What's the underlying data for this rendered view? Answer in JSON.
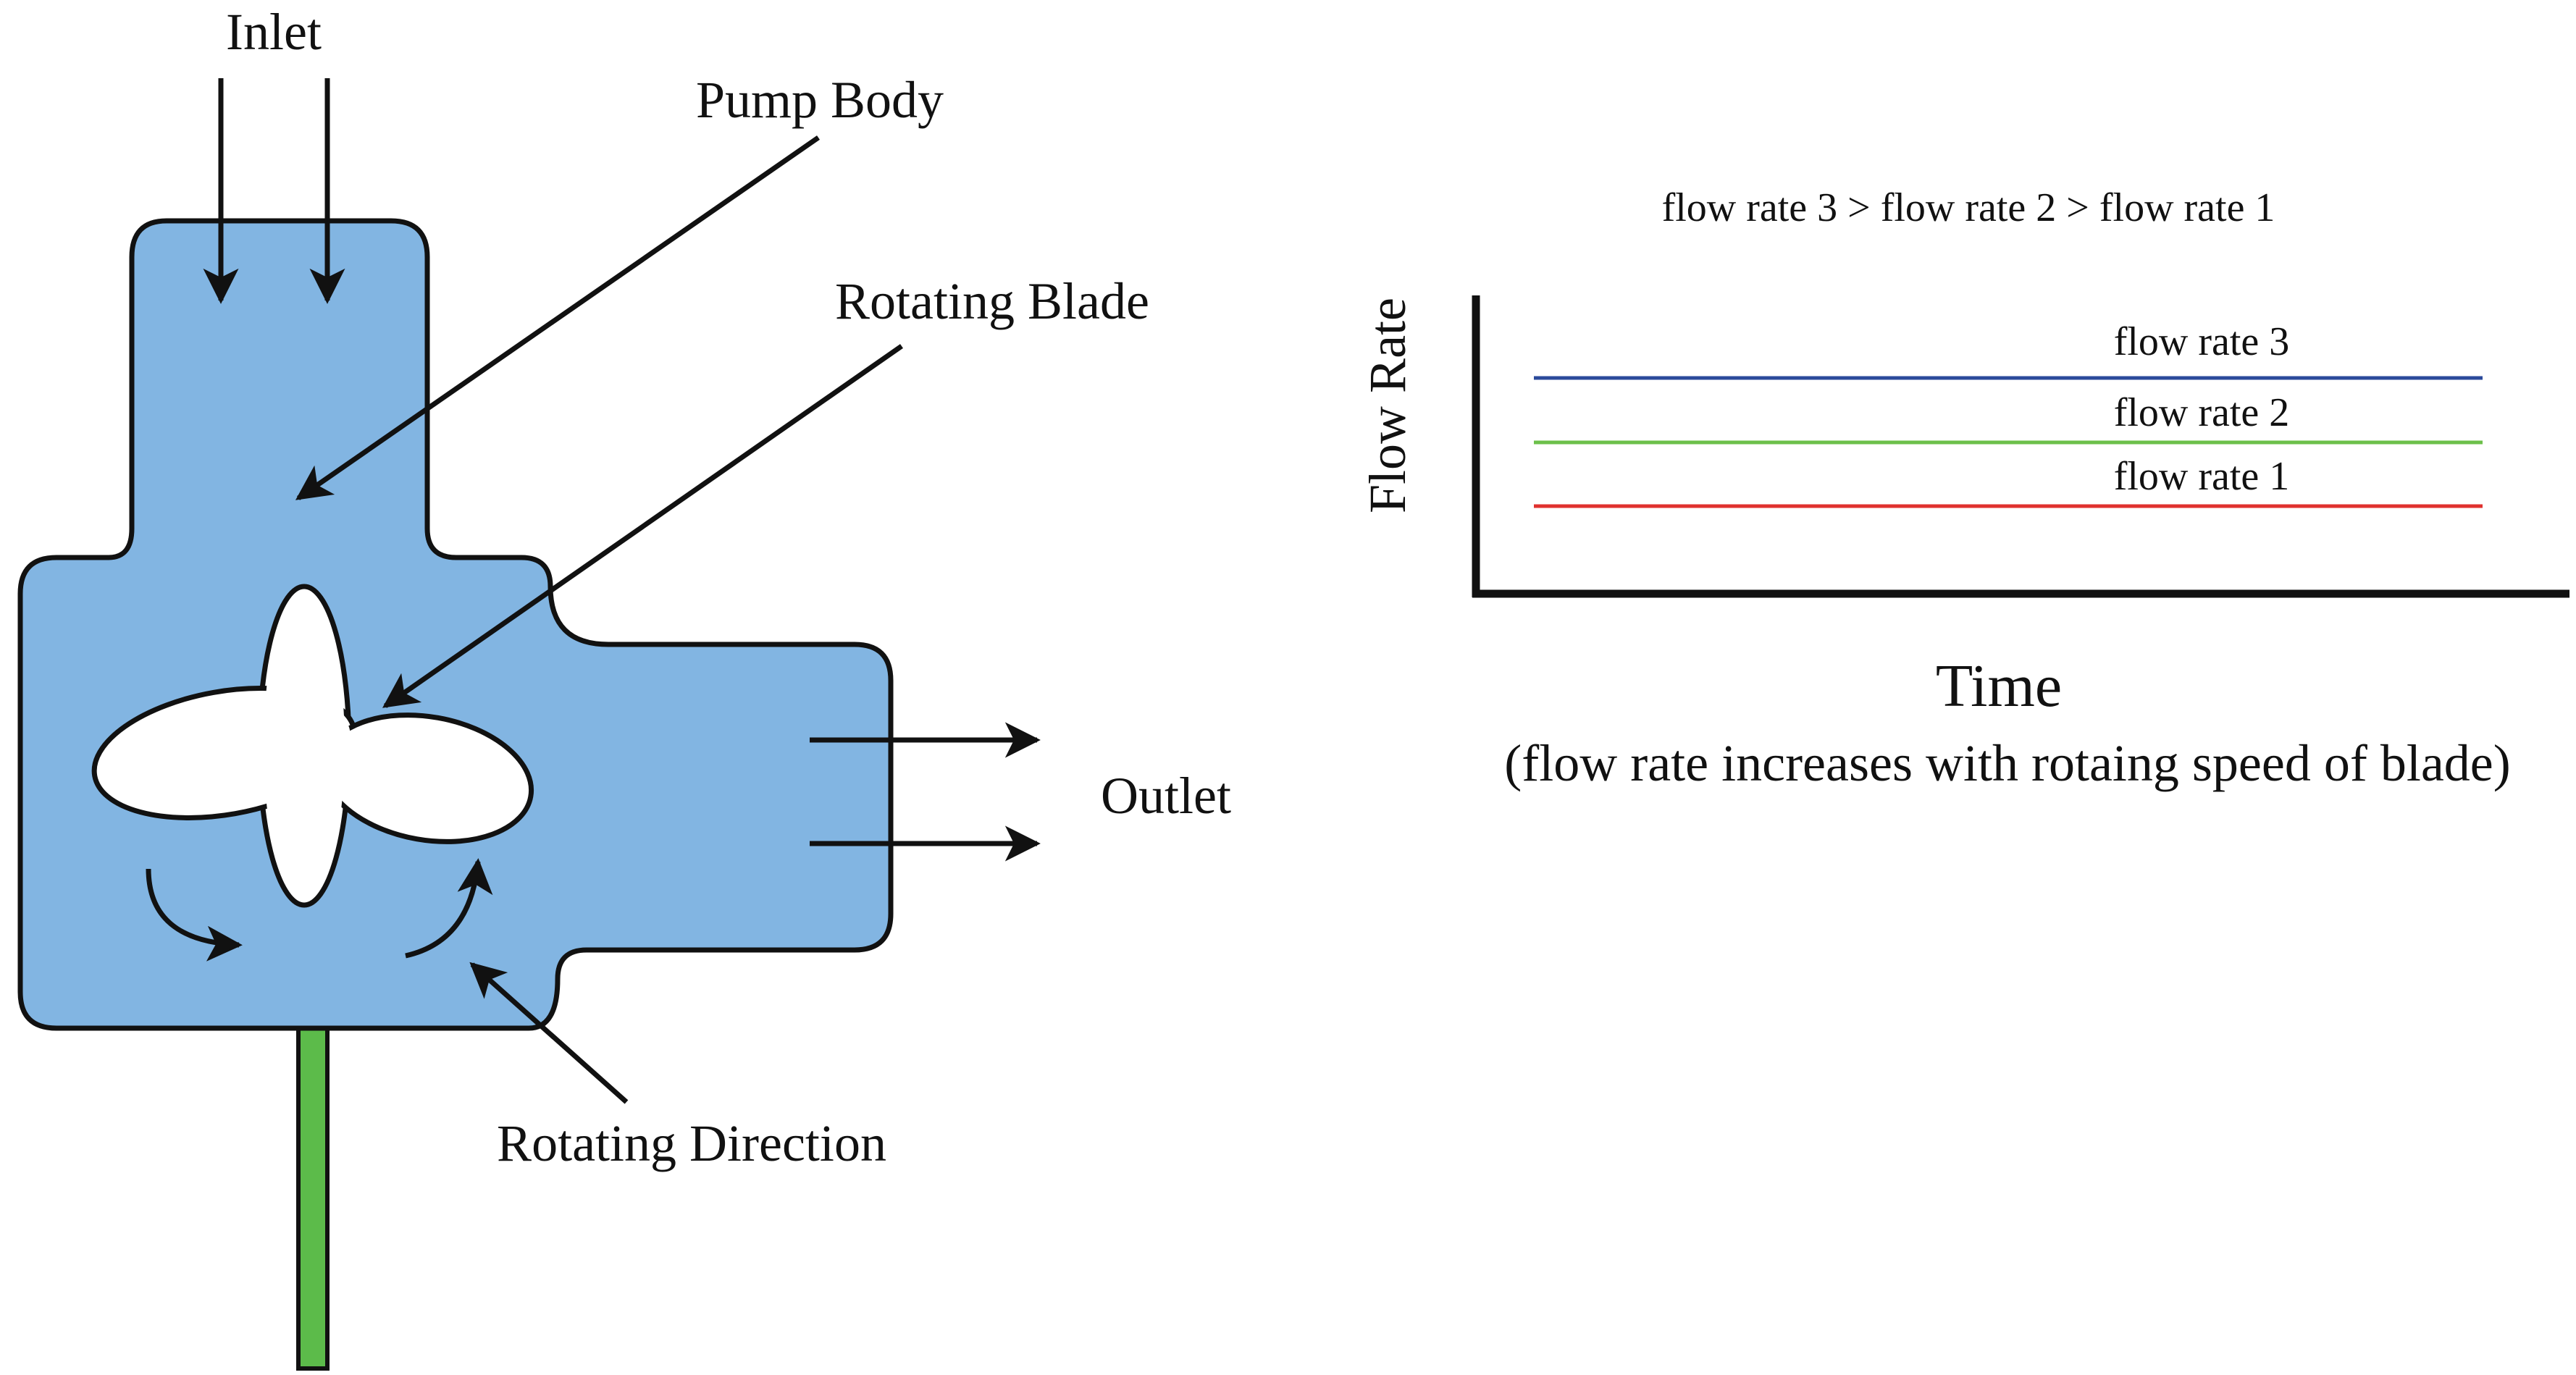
{
  "diagram": {
    "labels": {
      "inlet": "Inlet",
      "pump_body": "Pump Body",
      "rotating_blade": "Rotating Blade",
      "outlet": "Outlet",
      "rotating_direction": "Rotating Direction"
    },
    "colors": {
      "pump_fill": "#82b5e2",
      "shaft_fill": "#5cbb4a",
      "blade_fill": "#ffffff",
      "outline": "#111111"
    }
  },
  "chart": {
    "annotation": "flow rate 3 > flow rate 2 > flow rate 1",
    "ylabel": "Flow Rate",
    "xlabel": "Time",
    "caption": "(flow rate increases with rotaing speed of blade)",
    "lines": [
      {
        "name": "flow rate 3",
        "color": "#2b4a9b"
      },
      {
        "name": "flow rate 2",
        "color": "#6cc04a"
      },
      {
        "name": "flow rate 1",
        "color": "#e0312e"
      }
    ]
  }
}
